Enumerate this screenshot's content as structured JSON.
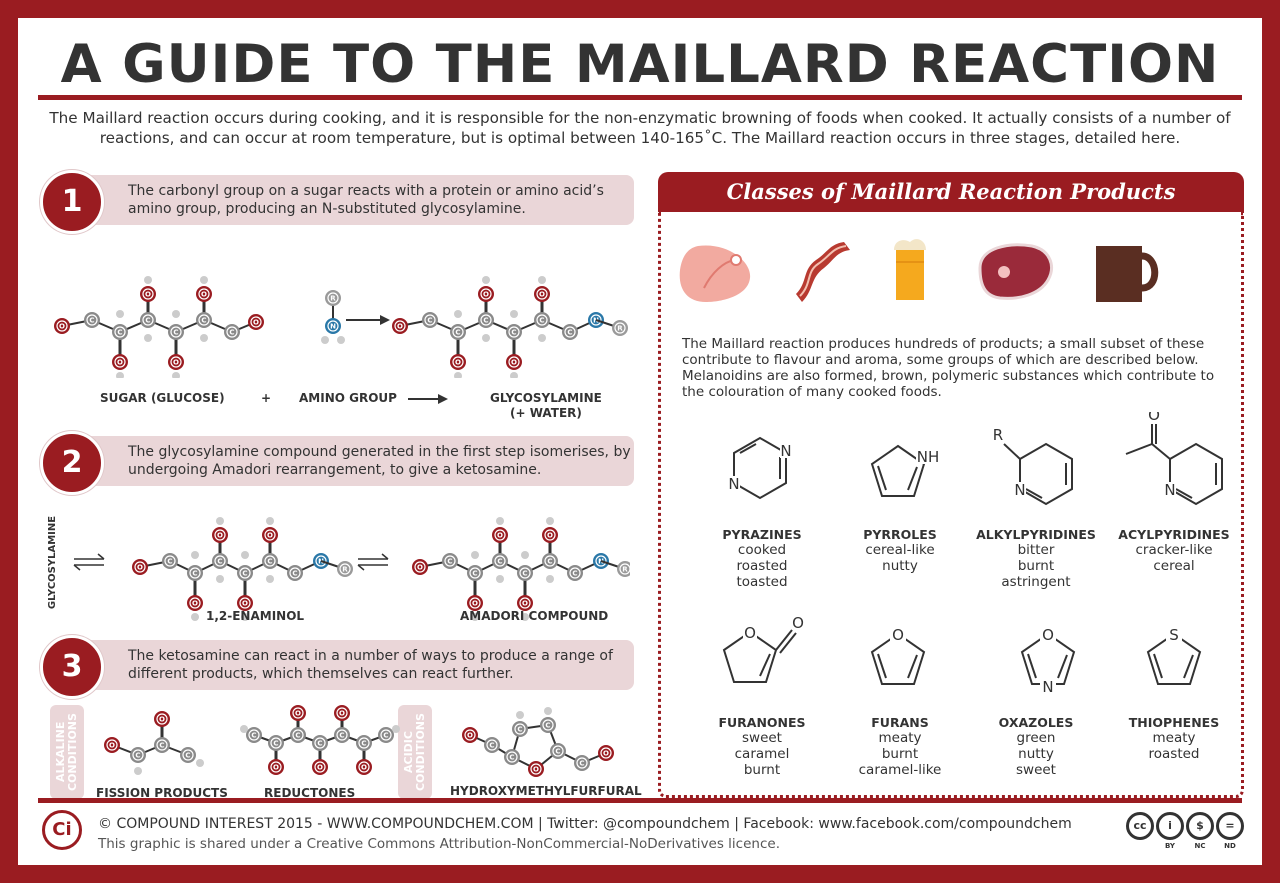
{
  "title": "A GUIDE TO THE MAILLARD REACTION",
  "intro": "The Maillard reaction occurs during cooking, and it is responsible for the non-enzymatic browning of foods when cooked. It actually consists of a number of reactions, and can occur at room temperature, but is optimal between 140-165˚C. The Maillard reaction occurs in three stages, detailed here.",
  "steps": [
    {
      "num": "1",
      "text": "The carbonyl group on a sugar reacts with a protein or amino acid’s amino group, producing an N-substituted glycosylamine."
    },
    {
      "num": "2",
      "text": "The glycosylamine compound generated in the first step isomerises, by undergoing Amadori rearrangement, to give a ketosamine."
    },
    {
      "num": "3",
      "text": "The ketosamine can react in a number of ways to produce a range of different products, which themselves can react further."
    }
  ],
  "step1_labels": {
    "sugar": "SUGAR (GLUCOSE)",
    "plus": "+",
    "amino": "AMINO GROUP",
    "product": "GLYCOSYLAMINE",
    "product_note": "(+ WATER)"
  },
  "step2_labels": {
    "start": "GLYCOSYLAMINE",
    "mid": "1,2-ENAMINOL",
    "end": "AMADORI COMPOUND"
  },
  "step3_labels": {
    "alkaline": "ALKALINE CONDITIONS",
    "fission": "FISSION PRODUCTS",
    "reductones": "REDUCTONES",
    "acidic": "ACIDIC CONDITIONS",
    "hmf": "HYDROXYMETHYLFURFURAL"
  },
  "atoms": {
    "carbon": "C",
    "oxygen": "O",
    "nitrogen": "N",
    "hydrogen": "H",
    "r_group": "R"
  },
  "panel": {
    "heading": "Classes of Maillard Reaction Products",
    "food_icons": [
      "roast-meat-icon",
      "bacon-icon",
      "beer-icon",
      "steak-icon",
      "coffee-mug-icon"
    ],
    "text": "The Maillard reaction produces hundreds of products; a small subset of these contribute to flavour and aroma, some groups of which are described below. Melanoidins are also formed, brown, polymeric substances which contribute to the colouration of many cooked foods.",
    "classes": [
      {
        "name": "PYRAZINES",
        "desc": [
          "cooked",
          "roasted",
          "toasted"
        ],
        "ring_labels": [
          "N",
          "N"
        ]
      },
      {
        "name": "PYRROLES",
        "desc": [
          "cereal-like",
          "nutty"
        ],
        "ring_labels": [
          "NH"
        ]
      },
      {
        "name": "ALKYLPYRIDINES",
        "desc": [
          "bitter",
          "burnt",
          "astringent"
        ],
        "ring_labels": [
          "R",
          "N"
        ]
      },
      {
        "name": "ACYLPYRIDINES",
        "desc": [
          "cracker-like",
          "cereal"
        ],
        "ring_labels": [
          "O",
          "N"
        ]
      },
      {
        "name": "FURANONES",
        "desc": [
          "sweet",
          "caramel",
          "burnt"
        ],
        "ring_labels": [
          "O",
          "O"
        ]
      },
      {
        "name": "FURANS",
        "desc": [
          "meaty",
          "burnt",
          "caramel-like"
        ],
        "ring_labels": [
          "O"
        ]
      },
      {
        "name": "OXAZOLES",
        "desc": [
          "green",
          "nutty",
          "sweet"
        ],
        "ring_labels": [
          "O",
          "N"
        ]
      },
      {
        "name": "THIOPHENES",
        "desc": [
          "meaty",
          "roasted"
        ],
        "ring_labels": [
          "S"
        ]
      }
    ]
  },
  "footer": {
    "logo": "Ci",
    "credit": "© COMPOUND INTEREST 2015 - WWW.COMPOUNDCHEM.COM | Twitter: @compoundchem | Facebook: www.facebook.com/compoundchem",
    "licence": "This graphic is shared under a Creative Commons Attribution-NonCommercial-NoDerivatives licence.",
    "cc_badges": [
      {
        "symbol": "cc",
        "caption": ""
      },
      {
        "symbol": "i",
        "caption": "BY"
      },
      {
        "symbol": "$",
        "caption": "NC"
      },
      {
        "symbol": "=",
        "caption": "ND"
      }
    ]
  },
  "colors": {
    "brand": "#9a1c21",
    "tint": "#ead6d8",
    "oxygen": "#9a1c21",
    "carbon": "#8a8a8a",
    "nitrogen": "#2a78a8",
    "hydrogen": "#cccccc",
    "text": "#333333"
  }
}
